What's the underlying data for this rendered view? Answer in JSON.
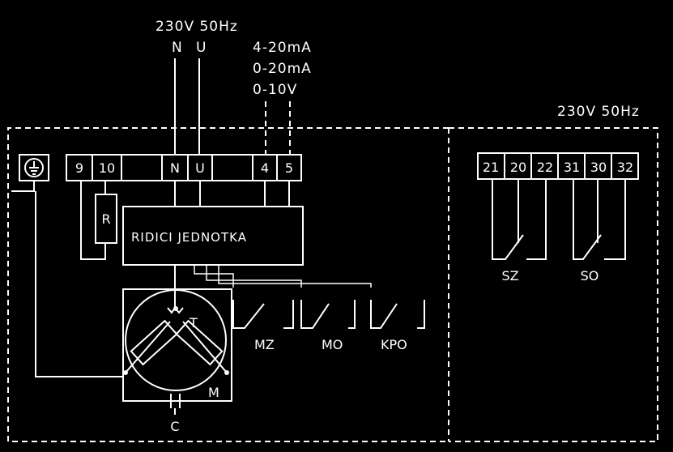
{
  "supply_label_top": "230V 50Hz",
  "supply_label_right": "230V 50Hz",
  "inputs": {
    "n": "N",
    "u": "U"
  },
  "signal_labels": [
    "4-20mA",
    "0-20mA",
    "0-10V"
  ],
  "left_terminals": [
    "9",
    "10",
    "N",
    "U",
    "4",
    "5"
  ],
  "right_terminals": [
    "21",
    "20",
    "22",
    "31",
    "30",
    "32"
  ],
  "resistor_label": "R",
  "control_unit_label": "RIDICI JEDNOTKA",
  "switch_labels": {
    "mz": "MZ",
    "mo": "MO",
    "kpo": "KPO",
    "sz": "SZ",
    "so": "SO"
  },
  "motor": {
    "label": "M",
    "capacitor_label": "C"
  },
  "colors": {
    "background": "#000000",
    "lines": "#ffffff"
  }
}
